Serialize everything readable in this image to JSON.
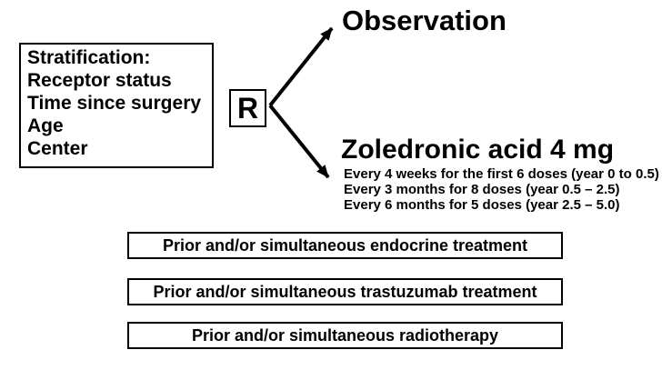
{
  "diagram": {
    "stratification": {
      "lines": [
        "Stratification:",
        "Receptor status",
        "Time since surgery",
        "Age",
        "Center"
      ]
    },
    "randomization": {
      "label": "R"
    },
    "arms": {
      "observation": {
        "title": "Observation"
      },
      "zoledronic": {
        "title": "Zoledronic acid 4 mg",
        "schedule": [
          "Every 4 weeks for the first 6 doses (year 0 to 0.5)",
          "Every 3 months for 8 doses (year 0.5 – 2.5)",
          "Every 6 months for 5 doses (year 2.5 – 5.0)"
        ]
      }
    },
    "concurrent_treatments": [
      "Prior and/or simultaneous endocrine treatment",
      "Prior and/or simultaneous trastuzumab treatment",
      "Prior and/or simultaneous radiotherapy"
    ],
    "colors": {
      "ink": "#000000",
      "background": "#ffffff"
    }
  }
}
